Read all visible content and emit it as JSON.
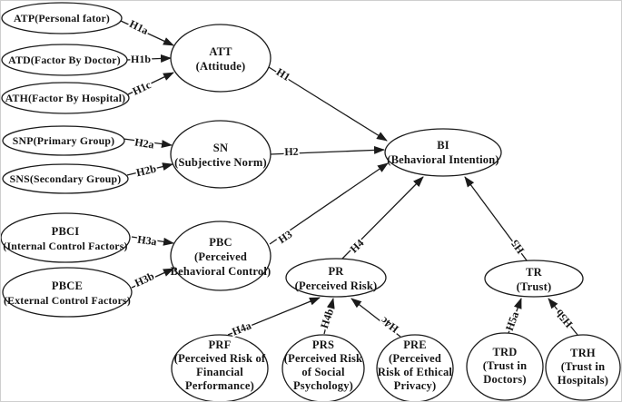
{
  "figure": {
    "background": "#ffffff",
    "line_color": "#1b1b1b",
    "text_color": "#151515"
  },
  "nodes": {
    "atp": {
      "lines": [
        "ATP(Personal fator)"
      ]
    },
    "atd": {
      "lines": [
        "ATD(Factor By Doctor)"
      ]
    },
    "ath": {
      "lines": [
        "ATH(Factor By Hospital)"
      ]
    },
    "snp": {
      "lines": [
        "SNP(Primary Group)"
      ]
    },
    "sns": {
      "lines": [
        "SNS(Secondary Group)"
      ]
    },
    "pbci": {
      "lines": [
        "PBCI",
        "(Internal Control Factors)"
      ]
    },
    "pbce": {
      "lines": [
        "PBCE",
        "(External Control Factors)"
      ]
    },
    "att": {
      "lines": [
        "ATT",
        "(Attitude)"
      ]
    },
    "sn": {
      "lines": [
        "SN",
        "(Subjective Norm)"
      ]
    },
    "pbc": {
      "lines": [
        "PBC",
        "(Perceived",
        "Behavioral Control)"
      ]
    },
    "bi": {
      "lines": [
        "BI",
        "(Behavioral Intention)"
      ]
    },
    "pr": {
      "lines": [
        "PR",
        "(Perceived Risk)"
      ]
    },
    "tr": {
      "lines": [
        "TR",
        "(Trust)"
      ]
    },
    "prf": {
      "lines": [
        "PRF",
        "(Perceived Risk of",
        "Financial",
        "Performance)"
      ]
    },
    "prs": {
      "lines": [
        "PRS",
        "(Perceived Risk",
        "of Social",
        "Psychology)"
      ]
    },
    "pre": {
      "lines": [
        "PRE",
        "(Perceived",
        "Risk of Ethical",
        "Privacy)"
      ]
    },
    "trd": {
      "lines": [
        "TRD",
        "(Trust in",
        "Doctors)"
      ]
    },
    "trh": {
      "lines": [
        "TRH",
        "(Trust in",
        "Hospitals)"
      ]
    }
  },
  "edge_labels": {
    "h1a": "H1a",
    "h1b": "H1b",
    "h1c": "H1c",
    "h2a": "H2a",
    "h2b": "H2b",
    "h3a": "H3a",
    "h3b": "H3b",
    "h1": "H1",
    "h2": "H2",
    "h3": "H3",
    "h4": "H4",
    "h5": "H5",
    "h4a": "H4a",
    "h4b": "H4b",
    "h4c": "H4c",
    "h5a": "H5a",
    "h5b": "H5b"
  }
}
